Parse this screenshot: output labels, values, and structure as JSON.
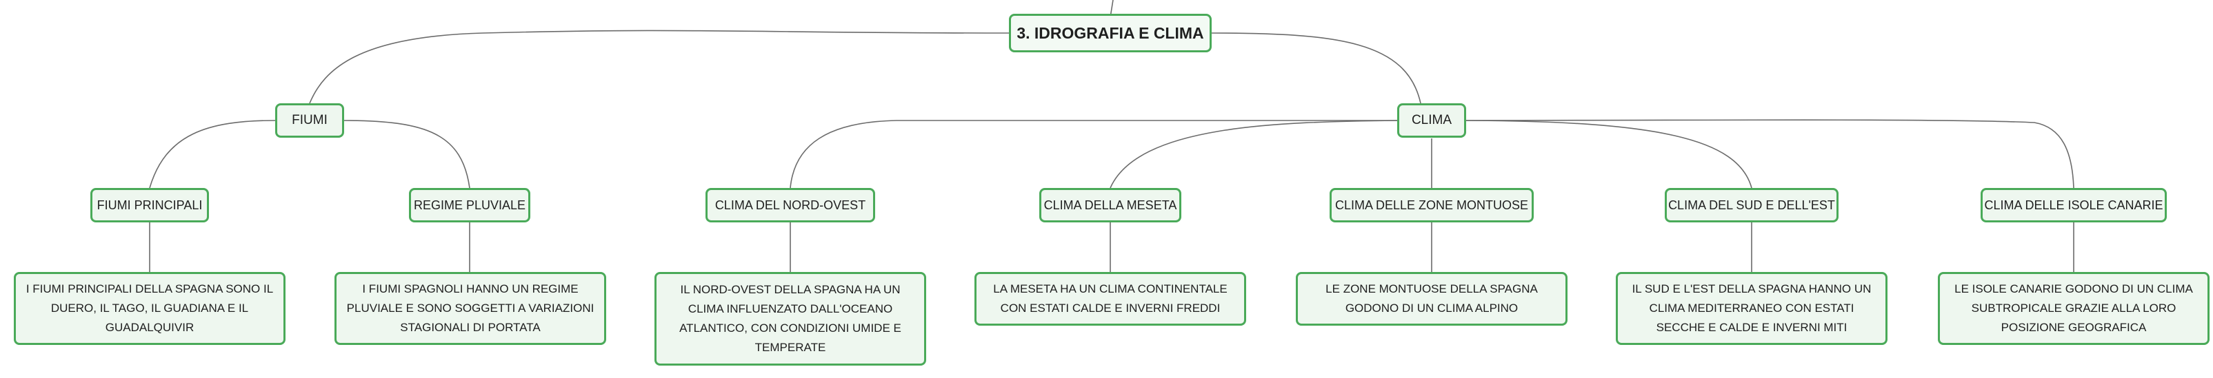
{
  "mindmap": {
    "root": "3. IDROGRAFIA E CLIMA",
    "branches": [
      {
        "label": "FIUMI",
        "children": [
          {
            "label": "FIUMI PRINCIPALI",
            "detail": "I FIUMI PRINCIPALI DELLA SPAGNA SONO IL DUERO, IL TAGO, IL GUADIANA E IL GUADALQUIVIR"
          },
          {
            "label": "REGIME PLUVIALE",
            "detail": "I FIUMI SPAGNOLI HANNO UN REGIME PLUVIALE E SONO SOGGETTI A VARIAZIONI STAGIONALI DI PORTATA"
          }
        ]
      },
      {
        "label": "CLIMA",
        "children": [
          {
            "label": "CLIMA DEL NORD-OVEST",
            "detail": "IL NORD-OVEST DELLA SPAGNA HA UN CLIMA INFLUENZATO DALL'OCEANO ATLANTICO, CON CONDIZIONI UMIDE E TEMPERATE"
          },
          {
            "label": "CLIMA DELLA MESETA",
            "detail": "LA MESETA HA UN CLIMA CONTINENTALE CON ESTATI CALDE E INVERNI FREDDI"
          },
          {
            "label": "CLIMA DELLE ZONE MONTUOSE",
            "detail": "LE ZONE MONTUOSE DELLA SPAGNA GODONO DI UN CLIMA ALPINO"
          },
          {
            "label": "CLIMA DEL SUD E DELL'EST",
            "detail": "IL SUD E L'EST DELLA SPAGNA HANNO UN CLIMA MEDITERRANEO CON ESTATI SECCHE E CALDE E INVERNI MITI"
          },
          {
            "label": "CLIMA DELLE ISOLE CANARIE",
            "detail": "LE ISOLE CANARIE GODONO DI UN CLIMA SUBTROPICALE GRAZIE ALLA LORO POSIZIONE GEOGRAFICA"
          }
        ]
      }
    ]
  }
}
